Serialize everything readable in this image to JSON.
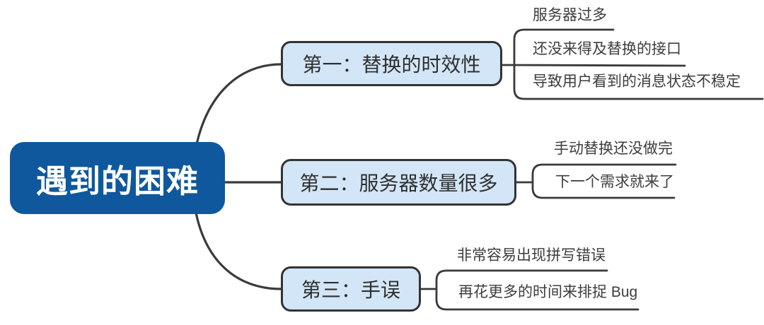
{
  "mindmap": {
    "root": {
      "label": "遇到的困难"
    },
    "branches": [
      {
        "label": "第一：替换的时效性",
        "children": [
          "服务器过多",
          "还没来得及替换的接口",
          "导致用户看到的消息状态不稳定"
        ]
      },
      {
        "label": "第二：服务器数量很多",
        "children": [
          "手动替换还没做完",
          "下一个需求就来了"
        ]
      },
      {
        "label": "第三：手误",
        "children": [
          "非常容易出现拼写错误",
          "再花更多的时间来排捉 Bug"
        ]
      }
    ],
    "colors": {
      "root_fill": "#0f589d",
      "root_text": "#ffffff",
      "branch_fill": "#d3e6f7",
      "branch_border": "#333333",
      "line": "#3a3a3a",
      "leaf_text": "#3d3d3d"
    }
  }
}
